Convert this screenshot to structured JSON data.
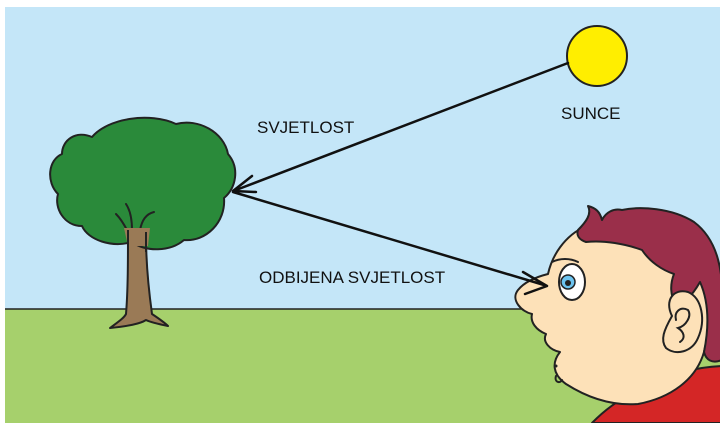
{
  "labels": {
    "sun": "SUNCE",
    "light": "SVJETLOST",
    "reflected_light": "ODBIJENA SVJETLOST"
  },
  "colors": {
    "sky": "#c4e6f8",
    "grass": "#a6d06c",
    "sun": "#ffee00",
    "tree_foliage": "#2a8a3a",
    "tree_trunk": "#9a7a56",
    "skin": "#fde1b8",
    "hair": "#9a2f4a",
    "shirt": "#d42626",
    "eye_iris": "#6cc4f0"
  },
  "icons": [
    "sun-icon",
    "tree-icon",
    "person-icon"
  ]
}
